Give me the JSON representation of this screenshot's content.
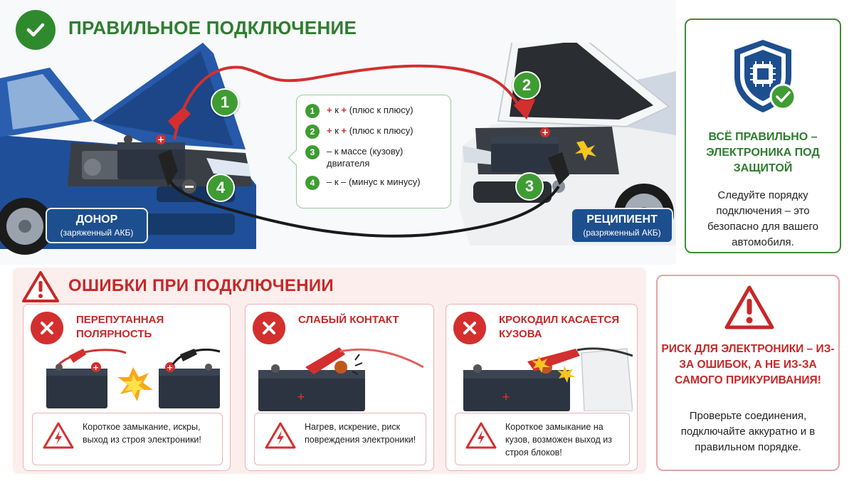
{
  "correct": {
    "title": "ПРАВИЛЬНОЕ ПОДКЛЮЧЕНИЕ",
    "donor": {
      "label": "ДОНОР",
      "sub": "(заряженный АКБ)"
    },
    "recipient": {
      "label": "РЕЦИПИЕНТ",
      "sub": "(разряженный АКБ)"
    },
    "badges": [
      "1",
      "2",
      "3",
      "4"
    ],
    "steps": [
      {
        "num": "1",
        "pol_a": "+",
        "mid": " к ",
        "pol_b": "+",
        "text": " (плюс к плюсу)"
      },
      {
        "num": "2",
        "pol_a": "+",
        "mid": " к ",
        "pol_b": "+",
        "text": " (плюс к плюсу)"
      },
      {
        "num": "3",
        "pol_a": "",
        "mid": "",
        "pol_b": "",
        "text": "– к массе (кузову) двигателя"
      },
      {
        "num": "4",
        "pol_a": "",
        "mid": "",
        "pol_b": "",
        "text": "– к – (минус к минусу)"
      }
    ],
    "safe": {
      "title": "ВСЁ ПРАВИЛЬНО – ЭЛЕКТРОНИКА ПОД ЗАЩИТОЙ",
      "text": "Следуйте порядку подключения – это безопасно для вашего автомобиля."
    }
  },
  "errors": {
    "title": "ОШИБКИ ПРИ ПОДКЛЮЧЕНИИ",
    "cards": [
      {
        "title": "ПЕРЕПУТАННАЯ ПОЛЯРНОСТЬ",
        "note": "Короткое замыкание, искры, выход из строя электроники!"
      },
      {
        "title": "СЛАБЫЙ КОНТАКТ",
        "note": "Нагрев, искрение, риск повреждения электроники!"
      },
      {
        "title": "КРОКОДИЛ КАСАЕТСЯ КУЗОВА",
        "note": "Короткое замыкание на кузов, возможен выход из строя блоков!"
      }
    ],
    "risk": {
      "title": "РИСК ДЛЯ ЭЛЕКТРОНИКИ – ИЗ-ЗА ОШИБОК, А НЕ ИЗ-ЗА САМОГО ПРИКУРИВАНИЯ!",
      "text": "Проверьте соединения, подключайте аккуратно и в правильном порядке."
    }
  },
  "colors": {
    "green": "#2e7d2e",
    "red": "#c62828",
    "donor_car": "#1f4f98",
    "recipient_car": "#e9ecef",
    "cable_red": "#d32f2f",
    "cable_black": "#1a1a1a"
  },
  "icons": [
    "check-icon",
    "shield-chip-icon",
    "warning-triangle-icon",
    "cross-icon",
    "lightning-icon",
    "spark-icon"
  ]
}
